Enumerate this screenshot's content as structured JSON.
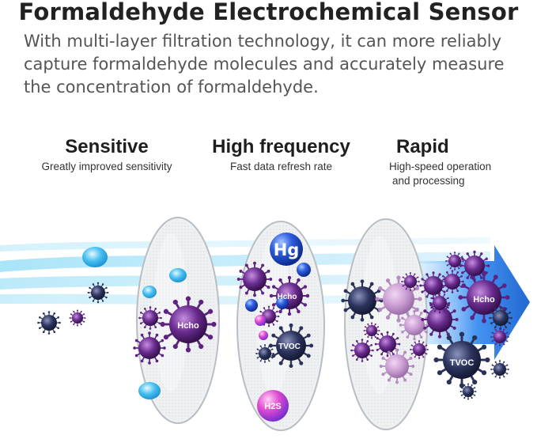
{
  "title": "Formaldehyde Electrochemical Sensor",
  "subtitle": {
    "line1": "With multi-layer filtration technology, it can more reliably",
    "line2": "capture formaldehyde molecules and accurately measure",
    "line3": " the concentration of formaldehyde."
  },
  "features": [
    {
      "heading": "Sensitive",
      "desc": "Greatly improved sensitivity"
    },
    {
      "heading": "High frequency",
      "desc": "Fast data refresh rate"
    },
    {
      "heading": "Rapid",
      "desc_line1": "High-speed operation",
      "desc_line2": "and processing"
    }
  ],
  "molecules": {
    "hcho": "Hcho",
    "tvoc": "TVOC",
    "hg": "Hg",
    "h2s": "H2S"
  },
  "colors": {
    "airflow": "#7fd3f2",
    "arrow": "#1a6fd8",
    "virus_purple": "#6a2c8f",
    "virus_navy": "#2d3560",
    "droplet": "#3fb6e8"
  }
}
